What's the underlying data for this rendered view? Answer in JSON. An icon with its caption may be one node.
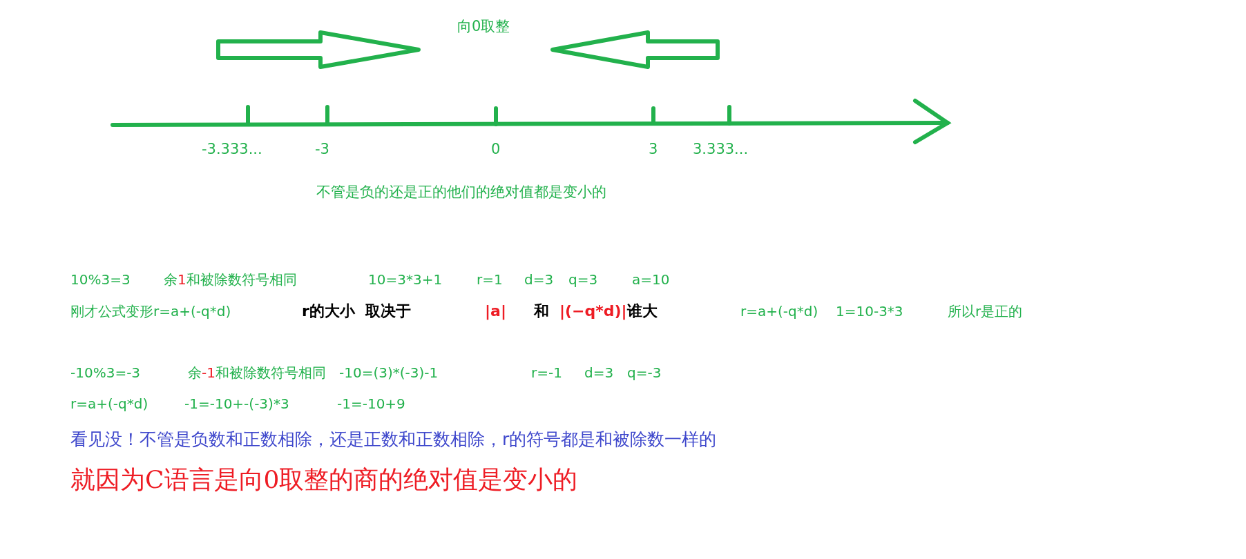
{
  "diagram": {
    "labels": [
      "向0取整",
      "-3.333...",
      "-3",
      "0",
      "3",
      "3.333...",
      "不管是负的还是正的他们的绝对值都是变小的",
      "10%3=3",
      "余",
      "1",
      "和被除数符号相同",
      "10=3*3+1",
      "r=1",
      "d=3",
      "q=3",
      "a=10",
      "刚才公式变形r=a+(-q*d)",
      "r的大小  取决于",
      "|a|",
      "和",
      "|(−q*d)|",
      "谁大",
      "r=a+(-q*d)",
      "1=10-3*3",
      "所以r是正的",
      "-10%3=-3",
      "余",
      "-1",
      "和被除数符号相同",
      "-10=(3)*(-3)-1",
      "r=-1",
      "d=3",
      "q=-3",
      "r=a+(-q*d)",
      "-1=-10+-(-3)*3",
      "-1=-10+9",
      "看见没！不管是负数和正数相除，还是正数和正数相除，r的符号都是和被除数一样的",
      "就因为C语言是向0取整的商的绝对值是变小的"
    ]
  }
}
